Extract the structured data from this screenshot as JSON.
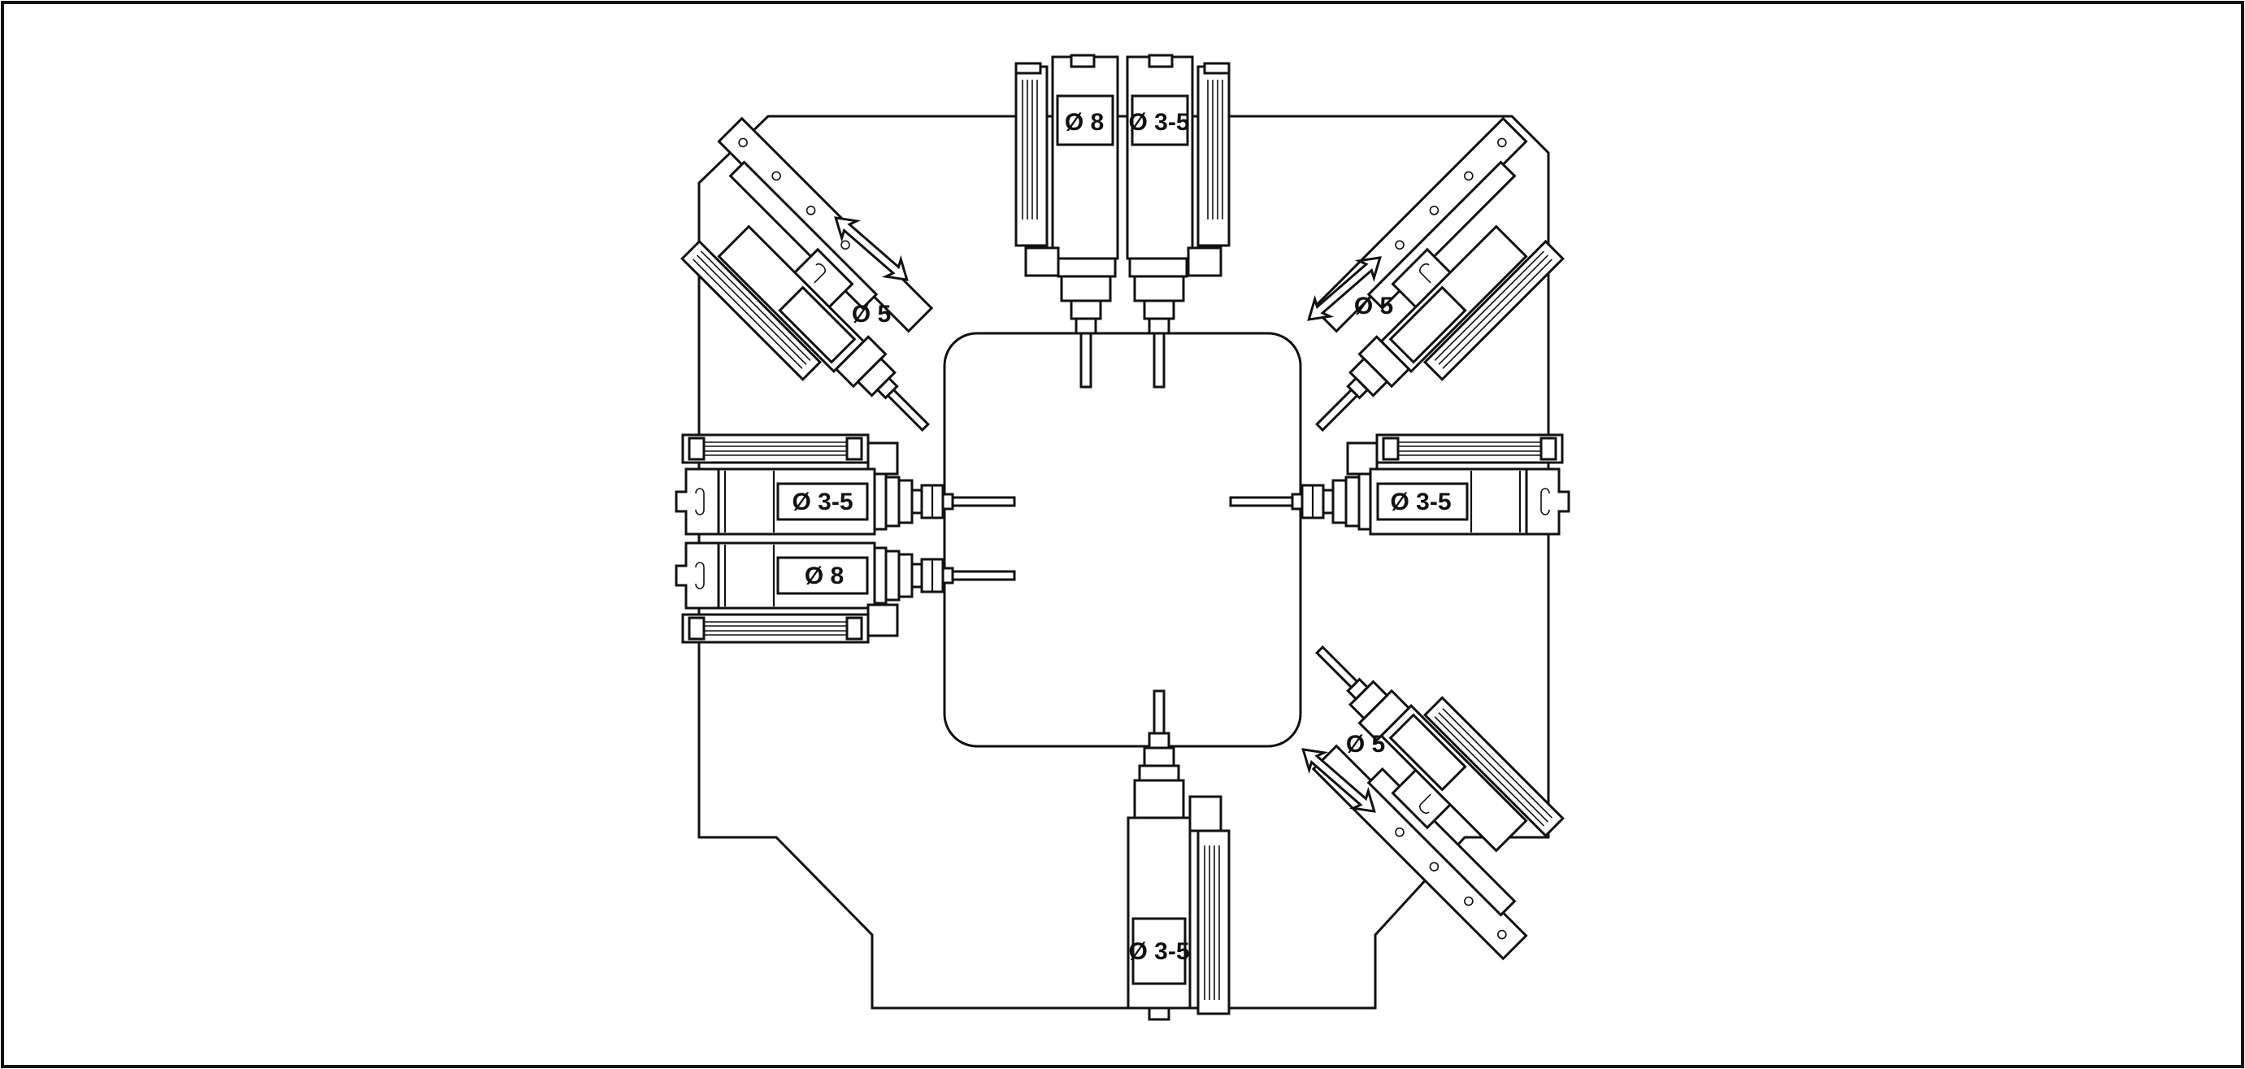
{
  "diagram": {
    "labels": {
      "top_left_unit": "Ø 8",
      "top_right_unit": "Ø 3-5",
      "upper_left_diagonal": "Ø 5",
      "upper_right_diagonal": "Ø 5",
      "left_upper_unit": "Ø 3-5",
      "left_lower_unit": "Ø 8",
      "right_unit": "Ø 3-5",
      "lower_right_diagonal": "Ø 5",
      "bottom_unit": "Ø 3-5"
    },
    "colors": {
      "line": "#111111",
      "background": "#ffffff"
    }
  }
}
